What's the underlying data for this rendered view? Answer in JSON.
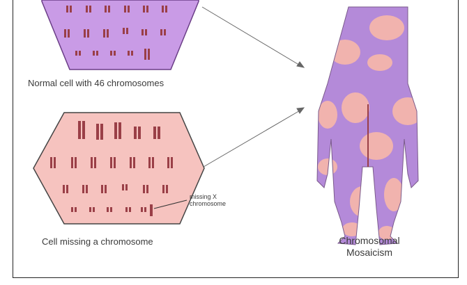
{
  "labels": {
    "normal_cell": "Normal cell with 46 chromosomes",
    "missing_cell": "Cell missing a chromosome",
    "missing_x": [
      "missing X",
      "chromosome"
    ],
    "mosaicism": [
      "Chromosomal",
      "Mosaicism"
    ]
  },
  "colors": {
    "normal_cell_fill": "#c99be6",
    "missing_cell_fill": "#f6c3bf",
    "chromosome": "#9a3f47",
    "body_purple": "#b48ad9",
    "body_pink": "#f1b3ae"
  }
}
